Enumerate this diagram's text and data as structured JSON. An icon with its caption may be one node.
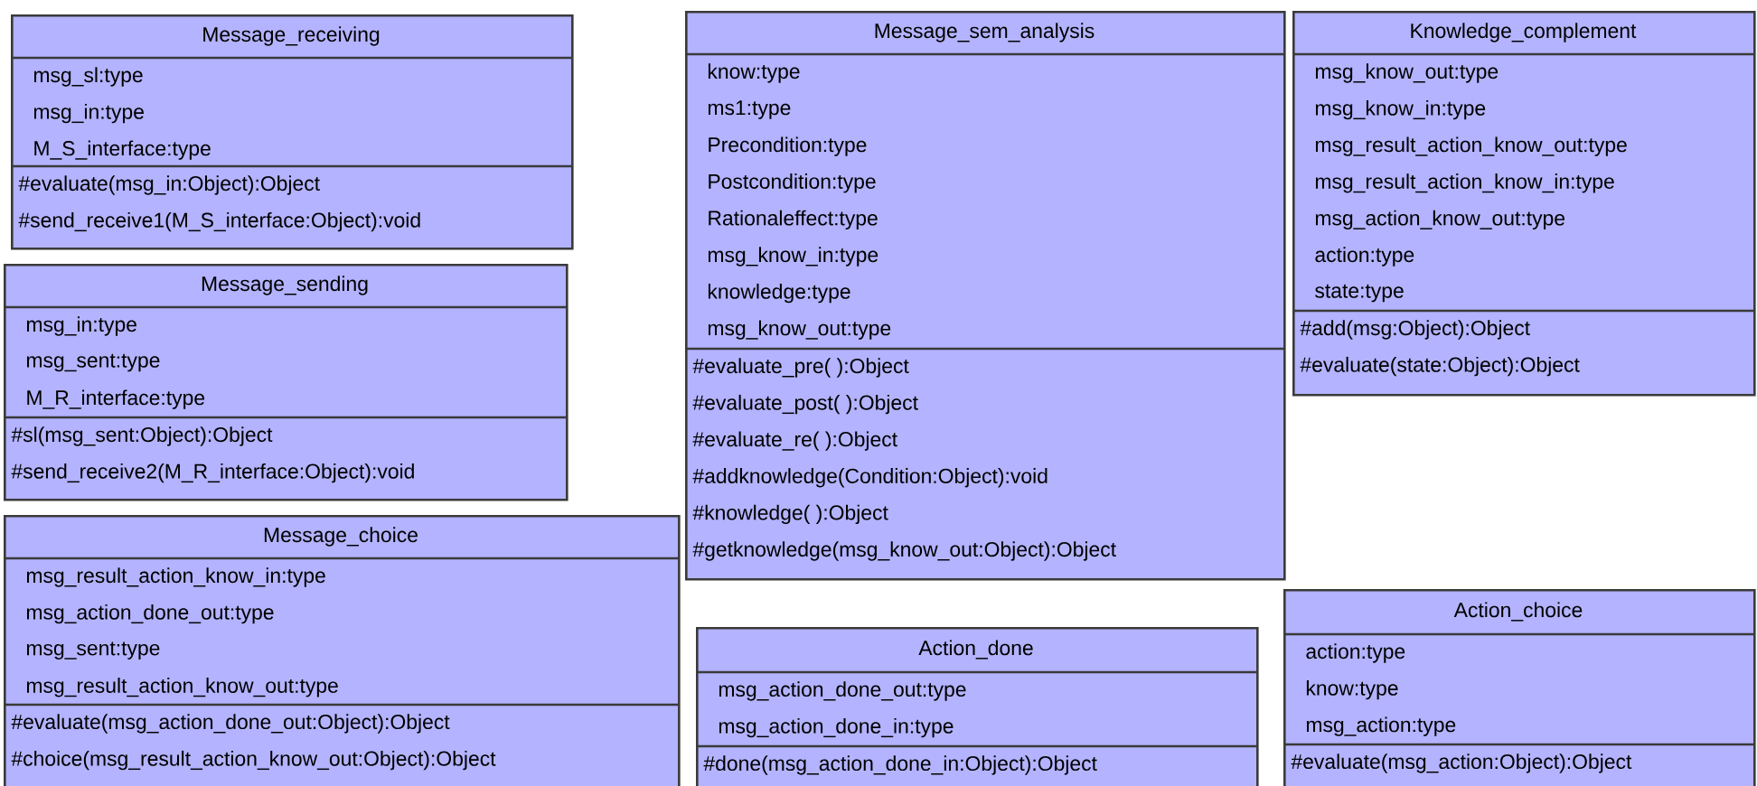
{
  "diagram": {
    "nodes": [
      {
        "text": [
          "Message_receiving"
        ]
      },
      {
        "text": [
          "msg_sl:type",
          "msg_in:type",
          "M_S_interface:type"
        ],
        "in": 0
      },
      {
        "text": [
          "#evaluate(msg_in:Object):Object",
          "#send_receive1(M_S_interface:Object):void"
        ],
        "in": 0
      },
      {
        "text": [
          "Message_sem_analysis"
        ]
      },
      {
        "text": [
          "know:type",
          "ms1:type",
          "Precondition:type",
          "Postcondition:type",
          "Rationaleffect:type",
          "msg_know_in:type",
          "knowledge:type",
          "msg_know_out:type"
        ],
        "in": 3
      },
      {
        "text": [
          "#evaluate_pre( ):Object",
          "#evaluate_post( ):Object",
          "#evaluate_re( ):Object",
          "#addknowledge(Condition:Object):void",
          "#knowledge( ):Object",
          "#getknowledge(msg_know_out:Object):Object"
        ],
        "in": 3
      },
      {
        "text": [
          "Knowledge_complement"
        ]
      },
      {
        "text": [
          "msg_know_out:type",
          "msg_know_in:type",
          "msg_result_action_know_out:type",
          "msg_result_action_know_in:type",
          "msg_action_know_out:type",
          "action:type",
          "state:type"
        ],
        "in": 6
      },
      {
        "text": [
          "#add(msg:Object):Object",
          "#evaluate(state:Object):Object"
        ],
        "in": 6
      },
      {
        "text": [
          "Message_sending"
        ]
      },
      {
        "text": [
          "msg_in:type",
          "msg_sent:type",
          "M_R_interface:type"
        ],
        "in": 9
      },
      {
        "text": [
          "#sl(msg_sent:Object):Object",
          "#send_receive2(M_R_interface:Object):void"
        ],
        "in": 9
      },
      {
        "text": [
          "Message_choice"
        ]
      },
      {
        "text": [
          "msg_result_action_know_in:type",
          "msg_action_done_out:type",
          "msg_sent:type",
          "msg_result_action_know_out:type"
        ],
        "in": 12
      },
      {
        "text": [
          "#evaluate(msg_action_done_out:Object):Object",
          "#choice(msg_result_action_know_out:Object):Object"
        ],
        "in": 12
      },
      {
        "text": [
          "Action_done"
        ]
      },
      {
        "text": [
          "msg_action_done_out:type",
          "msg_action_done_in:type"
        ],
        "in": 15
      },
      {
        "text": [
          "#done(msg_action_done_in:Object):Object"
        ],
        "in": 15
      },
      {
        "text": [
          "Action_choice"
        ]
      },
      {
        "text": [
          "action:type",
          "know:type",
          "msg_action:type"
        ],
        "in": 18
      },
      {
        "text": [
          "#evaluate(msg_action:Object):Object"
        ],
        "in": 18
      }
    ]
  }
}
